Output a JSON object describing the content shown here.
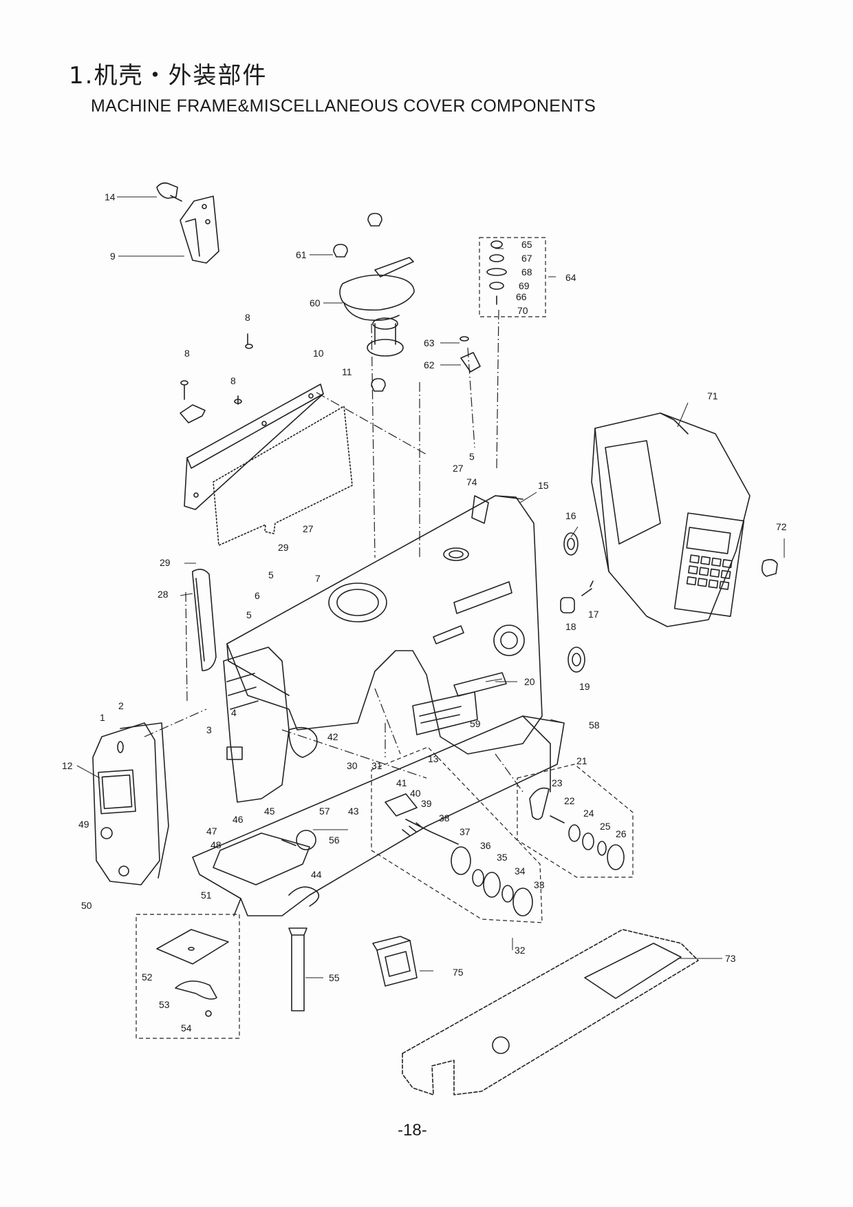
{
  "header": {
    "title_cn": "1.机壳・外装部件",
    "title_en": "MACHINE FRAME&MISCELLANEOUS COVER COMPONENTS"
  },
  "footer": {
    "page_number": "-18-"
  },
  "callouts": [
    {
      "id": "c14",
      "text": "14"
    },
    {
      "id": "c9",
      "text": "9"
    },
    {
      "id": "c61",
      "text": "61"
    },
    {
      "id": "c60",
      "text": "60"
    },
    {
      "id": "c8a",
      "text": "8"
    },
    {
      "id": "c8b",
      "text": "8"
    },
    {
      "id": "c8c",
      "text": "8"
    },
    {
      "id": "c10",
      "text": "10"
    },
    {
      "id": "c11",
      "text": "11"
    },
    {
      "id": "c65",
      "text": "65"
    },
    {
      "id": "c67",
      "text": "67"
    },
    {
      "id": "c68",
      "text": "68"
    },
    {
      "id": "c69",
      "text": "69"
    },
    {
      "id": "c66",
      "text": "66"
    },
    {
      "id": "c70",
      "text": "70"
    },
    {
      "id": "c64",
      "text": "64"
    },
    {
      "id": "c63",
      "text": "63"
    },
    {
      "id": "c62",
      "text": "62"
    },
    {
      "id": "c71",
      "text": "71"
    },
    {
      "id": "c72",
      "text": "72"
    },
    {
      "id": "c5a",
      "text": "5"
    },
    {
      "id": "c27a",
      "text": "27"
    },
    {
      "id": "c74",
      "text": "74"
    },
    {
      "id": "c15",
      "text": "15"
    },
    {
      "id": "c16",
      "text": "16"
    },
    {
      "id": "c27b",
      "text": "27"
    },
    {
      "id": "c29a",
      "text": "29"
    },
    {
      "id": "c29b",
      "text": "29"
    },
    {
      "id": "c28",
      "text": "28"
    },
    {
      "id": "c5b",
      "text": "5"
    },
    {
      "id": "c6",
      "text": "6"
    },
    {
      "id": "c5c",
      "text": "5"
    },
    {
      "id": "c7",
      "text": "7"
    },
    {
      "id": "c17",
      "text": "17"
    },
    {
      "id": "c18",
      "text": "18"
    },
    {
      "id": "c19",
      "text": "19"
    },
    {
      "id": "c20",
      "text": "20"
    },
    {
      "id": "c59",
      "text": "59"
    },
    {
      "id": "c58",
      "text": "58"
    },
    {
      "id": "c2",
      "text": "2"
    },
    {
      "id": "c1",
      "text": "1"
    },
    {
      "id": "c4",
      "text": "4"
    },
    {
      "id": "c3",
      "text": "3"
    },
    {
      "id": "c12",
      "text": "12"
    },
    {
      "id": "c42",
      "text": "42"
    },
    {
      "id": "c30",
      "text": "30"
    },
    {
      "id": "c31",
      "text": "31"
    },
    {
      "id": "c13",
      "text": "13"
    },
    {
      "id": "c21",
      "text": "21"
    },
    {
      "id": "c41",
      "text": "41"
    },
    {
      "id": "c40",
      "text": "40"
    },
    {
      "id": "c39",
      "text": "39"
    },
    {
      "id": "c43",
      "text": "43"
    },
    {
      "id": "c38",
      "text": "38"
    },
    {
      "id": "c23",
      "text": "23"
    },
    {
      "id": "c22",
      "text": "22"
    },
    {
      "id": "c24",
      "text": "24"
    },
    {
      "id": "c25",
      "text": "25"
    },
    {
      "id": "c26",
      "text": "26"
    },
    {
      "id": "c46",
      "text": "46"
    },
    {
      "id": "c45",
      "text": "45"
    },
    {
      "id": "c57",
      "text": "57"
    },
    {
      "id": "c56",
      "text": "56"
    },
    {
      "id": "c49",
      "text": "49"
    },
    {
      "id": "c47",
      "text": "47"
    },
    {
      "id": "c48",
      "text": "48"
    },
    {
      "id": "c37",
      "text": "37"
    },
    {
      "id": "c36",
      "text": "36"
    },
    {
      "id": "c35",
      "text": "35"
    },
    {
      "id": "c34",
      "text": "34"
    },
    {
      "id": "c33",
      "text": "33"
    },
    {
      "id": "c44",
      "text": "44"
    },
    {
      "id": "c50",
      "text": "50"
    },
    {
      "id": "c51",
      "text": "51"
    },
    {
      "id": "c32",
      "text": "32"
    },
    {
      "id": "c52",
      "text": "52"
    },
    {
      "id": "c55",
      "text": "55"
    },
    {
      "id": "c75",
      "text": "75"
    },
    {
      "id": "c73",
      "text": "73"
    },
    {
      "id": "c53",
      "text": "53"
    },
    {
      "id": "c54",
      "text": "54"
    }
  ]
}
